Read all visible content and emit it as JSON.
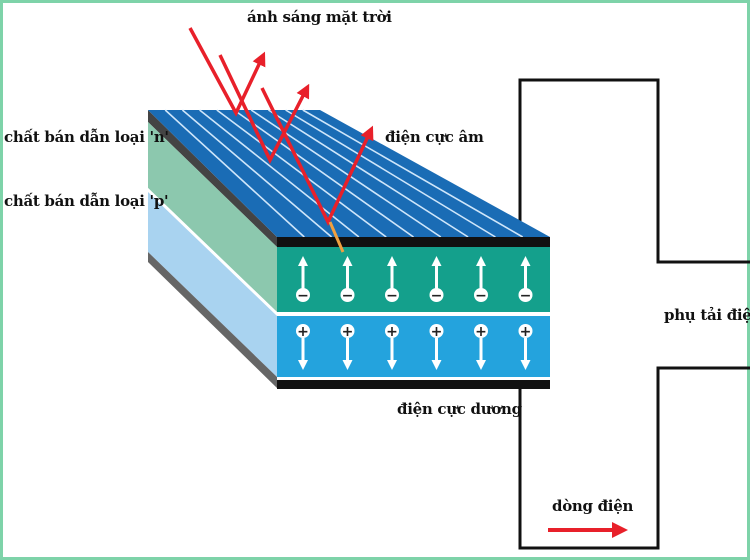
{
  "labels": {
    "sunlight": "ánh sáng mặt trời",
    "n_type": "chất bán dẫn loại 'n'",
    "p_type": "chất bán dẫn loại 'p'",
    "negative_electrode": "điện cực âm",
    "positive_electrode": "điện cực dương",
    "load": "phụ tải điện",
    "current": "dòng điện"
  },
  "colors": {
    "frame": "#7ed3a9",
    "top_face": "#1a6cb5",
    "n_layer": "#14a08c",
    "p_layer": "#24a3dd",
    "side_n": "#8cc8ae",
    "side_p": "#a9d3f0",
    "arrow": "#e8202a"
  },
  "charges": {
    "n_layer_symbol": "−",
    "p_layer_symbol": "+",
    "count_per_layer": 6
  }
}
